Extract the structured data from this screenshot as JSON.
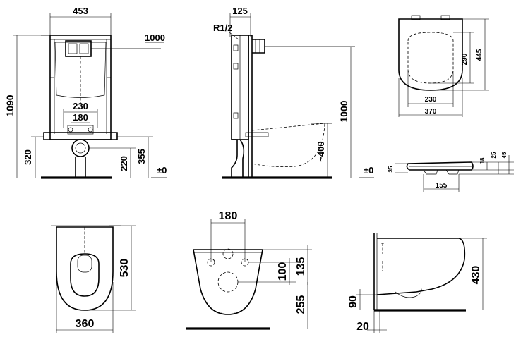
{
  "labels": {
    "frame_width": "453",
    "frame_height": "1090",
    "frame_side_depth": "125",
    "thread": "R1/2",
    "flush_plate_height": "1000",
    "pipe_spacing": "230",
    "pipe_inner": "180",
    "bolt_height": "320",
    "drain_height": "355",
    "outlet_height": "220",
    "zero_front": "±0",
    "side_height": "1000",
    "side_seat": "~400",
    "zero_side": "±0",
    "seat_length": "445",
    "seat_inner": "290",
    "seat_hinge": "230",
    "seat_width": "370",
    "lid_35": "35",
    "lid_18": "18",
    "lid_25": "25",
    "lid_45": "45",
    "lid_155": "155",
    "bowl_length": "530",
    "bowl_width": "360",
    "rear_bolt": "180",
    "rear_100": "100",
    "rear_135": "135",
    "rear_255": "255",
    "side_430": "430",
    "side_90": "90",
    "side_20": "20"
  }
}
